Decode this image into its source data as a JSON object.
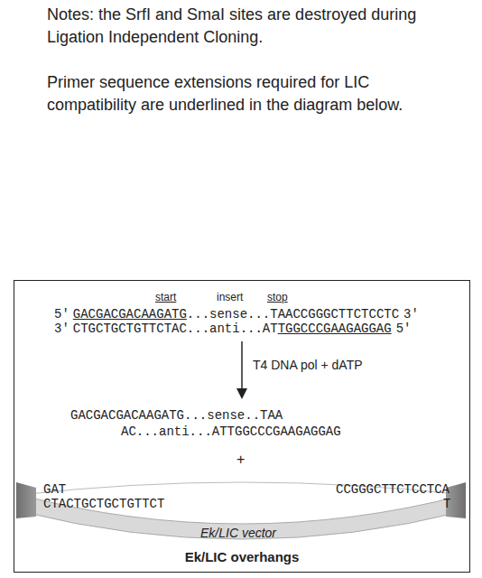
{
  "diagram": {
    "nodes": [
      {
        "text": [
          "Ek/LIC overhangs"
        ]
      }
    ],
    "labels": [
      "Notes: the SrfI and SmaI sites are destroyed during Ligation Independent Cloning.",
      "Primer sequence extensions required for LIC compatibility are underlined in the diagram below.",
      "start",
      "insert",
      "stop",
      "5'",
      "GACGACGACAAGATG",
      "...sense...TAACCGGGCTTCTCCTC",
      "3'",
      "3'",
      "CTGCTGCTGTTCTAC...anti...AT",
      "TGGCCCGAAGAGGAG",
      "5'",
      "T4 DNA pol + dATP",
      "GACGACGACAAGATG...sense..TAA",
      "AC...anti...ATTGGCCCGAAGAGGAG",
      "+",
      "GAT",
      "CTACTGCTGCTGTTCT",
      "CCGGGCTTCTCCTCA",
      "T",
      "Ek/LIC vector"
    ]
  }
}
